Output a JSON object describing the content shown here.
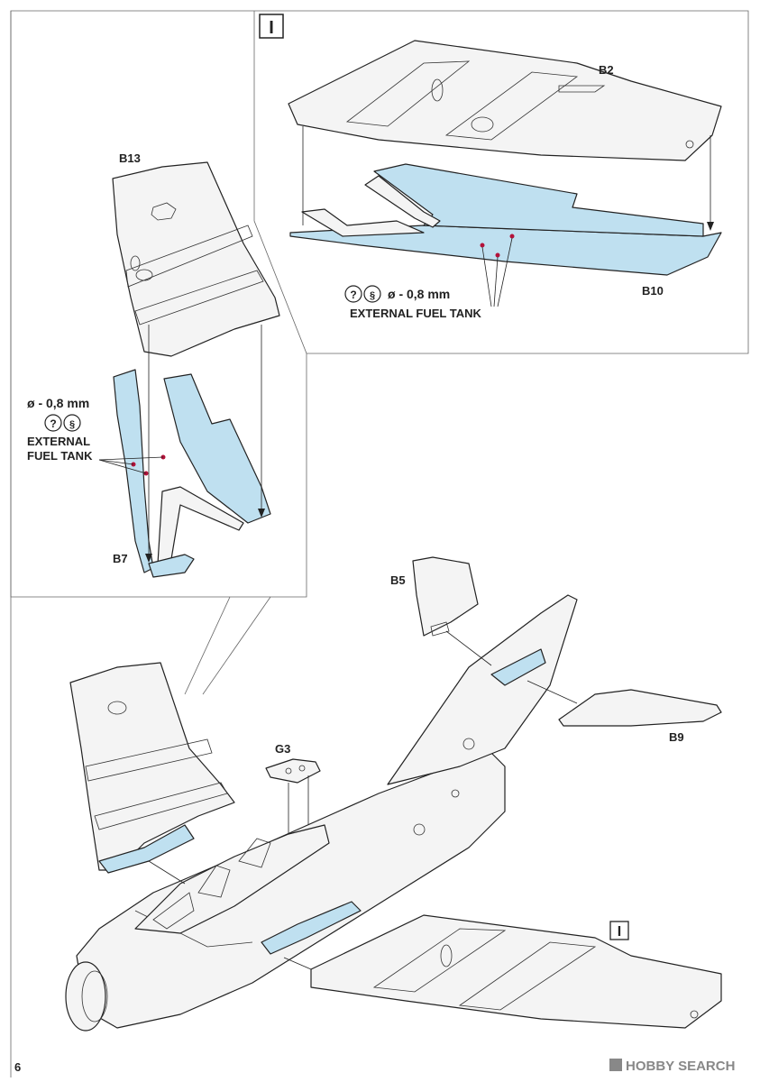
{
  "page_number": "6",
  "step_marker": "I",
  "parts": {
    "b2": "B2",
    "b10": "B10",
    "b13": "B13",
    "b7": "B7",
    "b5": "B5",
    "b9": "B9",
    "g3": "G3"
  },
  "notes": {
    "drill_size_top": "ø - 0,8 mm",
    "drill_size_left": "ø - 0,8 mm",
    "external_fuel_tank_top": "EXTERNAL FUEL TANK",
    "external_fuel_tank_left_line1": "EXTERNAL",
    "external_fuel_tank_left_line2": "FUEL TANK"
  },
  "watermark": "HOBBY SEARCH",
  "colors": {
    "highlight": "#bfe0f0",
    "drill_hole": "#b3123a"
  }
}
